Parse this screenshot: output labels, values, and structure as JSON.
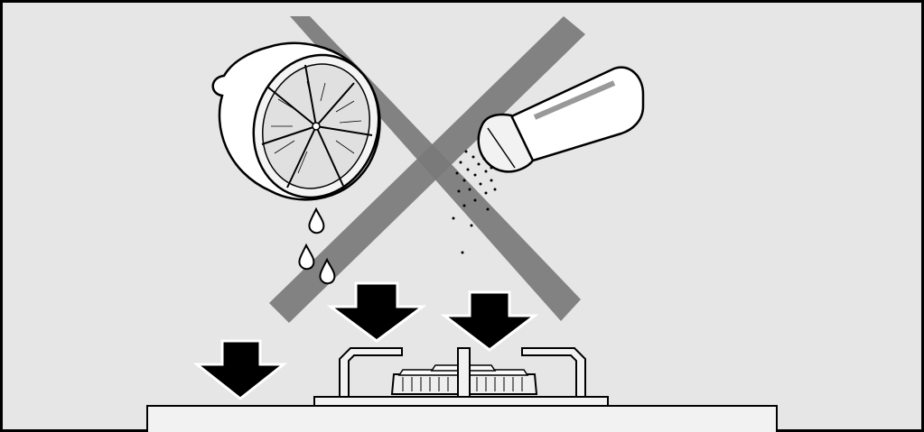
{
  "illustration": {
    "kind": "safety-warning",
    "prohibited_items": [
      "lemon-half",
      "salt-shaker"
    ],
    "target": "gas-hob-burner",
    "colors": {
      "background": "#e6e6e6",
      "frame": "#000000",
      "cross": "#7a7a7a",
      "arrow": "#000000",
      "surface": "#f2f2f2",
      "lemon_rind": "#ffffff"
    }
  }
}
